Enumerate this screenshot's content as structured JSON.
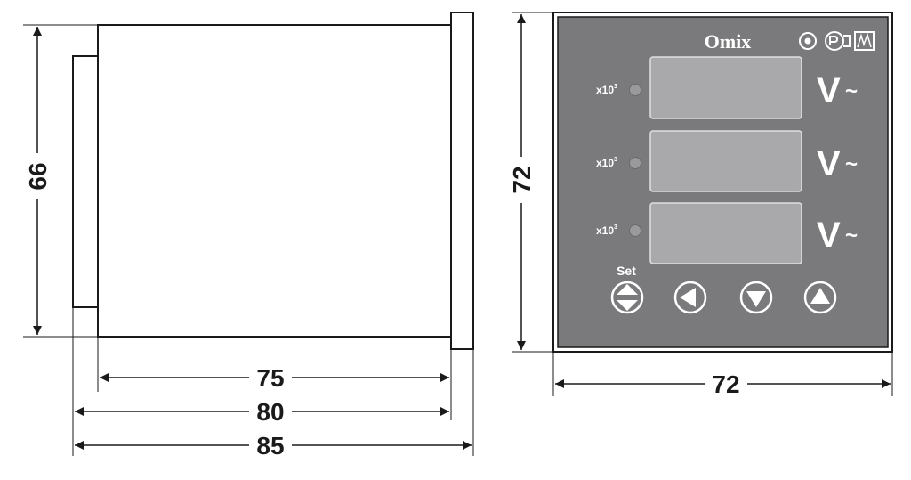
{
  "side_view": {
    "height_label": "66",
    "body_depth_label": "75",
    "mid_depth_label": "80",
    "total_depth_label": "85"
  },
  "front_view": {
    "height_label": "72",
    "width_label": "72",
    "brand": "Omix",
    "multiplier_prefix": "x10",
    "multiplier_exp": "3",
    "channels": [
      {
        "unit": "V",
        "ac_symbol": "~"
      },
      {
        "unit": "V",
        "ac_symbol": "~"
      },
      {
        "unit": "V",
        "ac_symbol": "~"
      }
    ],
    "set_label": "Set",
    "buttons": [
      "set-updown",
      "left",
      "down",
      "up"
    ],
    "cert_icons": [
      "gost-r-icon",
      "pct-icon",
      "measuring-instrument-icon"
    ]
  },
  "colors": {
    "panel": "#7a7a7c",
    "display": "#a9a9ab",
    "line": "#1a1a1a"
  }
}
